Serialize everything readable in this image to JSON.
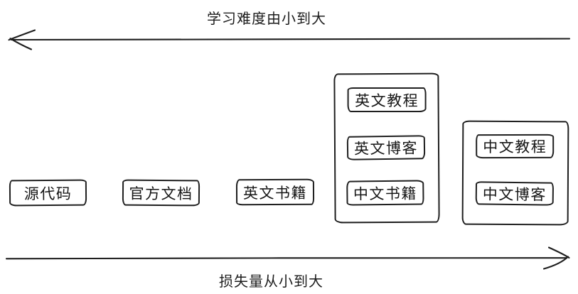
{
  "canvas": {
    "background": "#ffffff",
    "stroke_color": "#1e1e1e"
  },
  "axes": {
    "top": {
      "label": "学习难度由小到大",
      "direction": "left"
    },
    "bottom": {
      "label": "损失量从小到大",
      "direction": "right"
    }
  },
  "nodes": [
    {
      "label": "源代码"
    },
    {
      "label": "官方文档"
    },
    {
      "label": "英文书籍"
    }
  ],
  "groups": [
    {
      "items": [
        {
          "label": "英文教程"
        },
        {
          "label": "英文博客"
        },
        {
          "label": "中文书籍"
        }
      ]
    },
    {
      "items": [
        {
          "label": "中文教程"
        },
        {
          "label": "中文博客"
        }
      ]
    }
  ]
}
